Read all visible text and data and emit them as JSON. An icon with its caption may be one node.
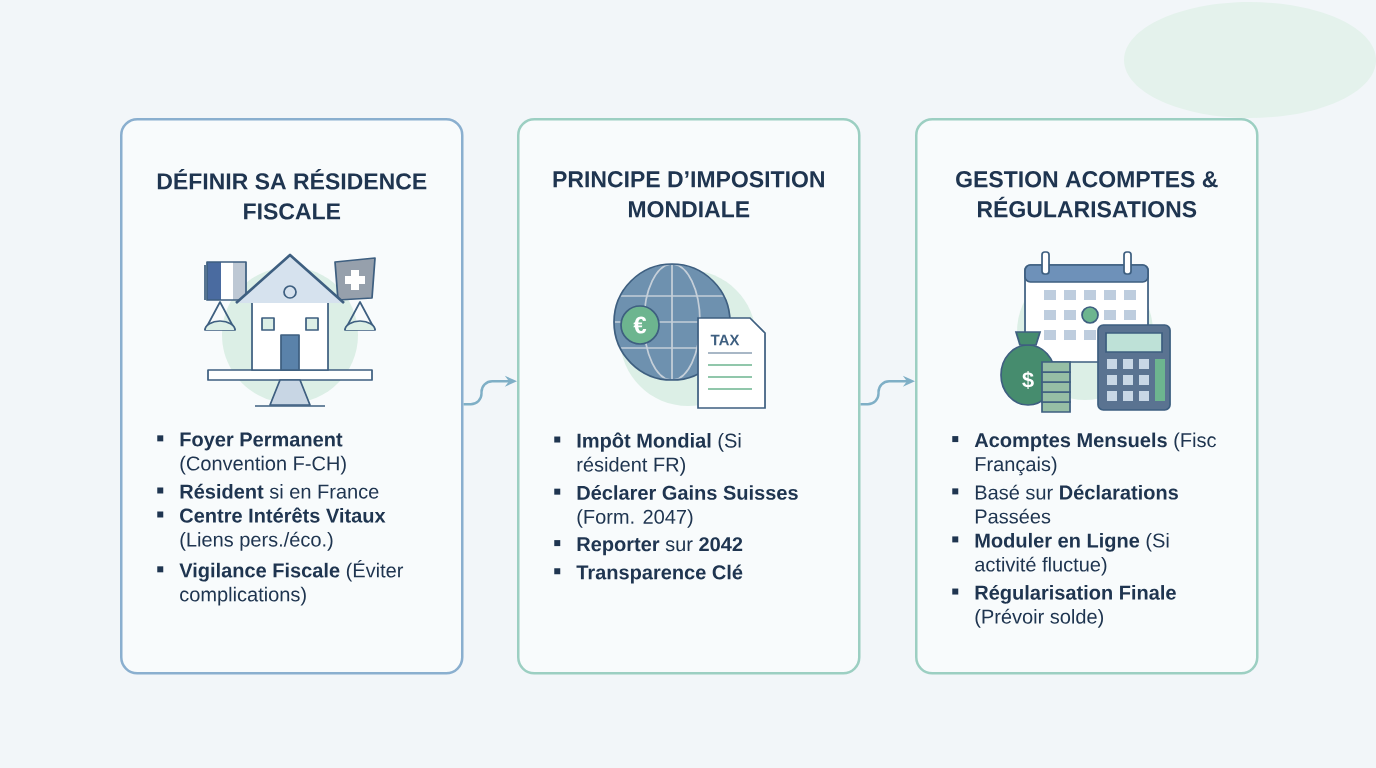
{
  "diagram": {
    "nodes": [
      {
        "text": [
          "DÉFINIR SA RÉSIDENCE FISCALE",
          "**Foyer Permanent** (Convention F-CH)",
          "**Résident** si en France",
          "**Centre Intérêts Vitaux** (Liens pers./éco.)",
          "**Vigilance Fiscale** (Éviter complications)"
        ]
      },
      {
        "text": [
          "PRINCIPE D’IMPOSITION MONDIALE",
          "**Impôt Mondial** (Si résident FR)",
          "**Déclarer Gains Suisses** (Form. 2047)",
          "**Reporter** sur **2042**",
          "**Transparence Clé**"
        ]
      },
      {
        "text": [
          "GESTION ACOMPTES & RÉGULARISATIONS",
          "**Acomptes Mensuels** (Fisc Français)",
          "Basé sur **Déclarations** Passées",
          "**Moduler en Ligne** (Si activité fluctue)",
          "**Régularisation Finale** (Prévoir solde)"
        ]
      }
    ],
    "edges": [
      {
        "from": 0,
        "to": 1,
        "arrow": "to"
      },
      {
        "from": 1,
        "to": 2,
        "arrow": "to"
      }
    ],
    "labels": [
      "€",
      "TAX",
      "$"
    ]
  }
}
